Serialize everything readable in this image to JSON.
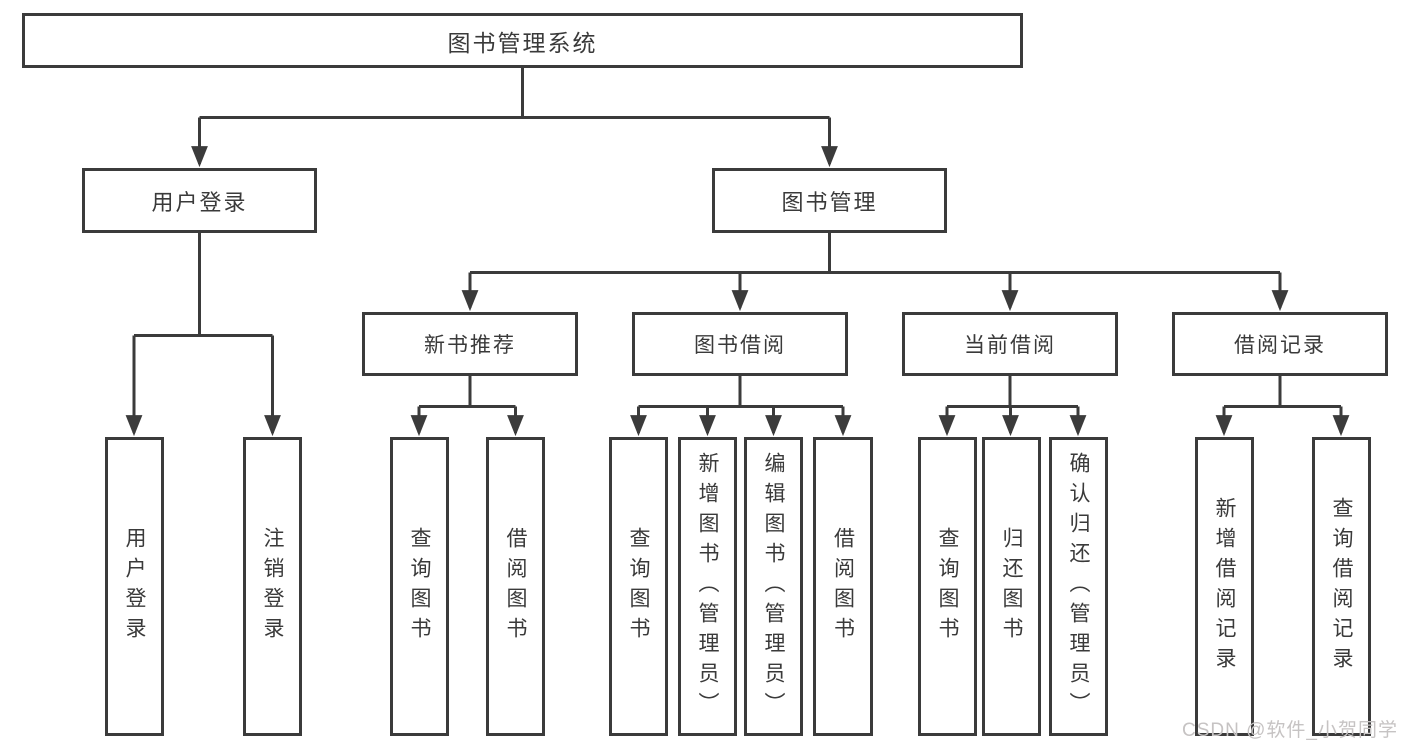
{
  "diagram": {
    "root": {
      "label": "图书管理系统"
    },
    "level2": [
      {
        "label": "用户登录"
      },
      {
        "label": "图书管理"
      }
    ],
    "level3": [
      {
        "label": "新书推荐"
      },
      {
        "label": "图书借阅"
      },
      {
        "label": "当前借阅"
      },
      {
        "label": "借阅记录"
      }
    ],
    "leaves": [
      {
        "label": "用户登录"
      },
      {
        "label": "注销登录"
      },
      {
        "label": "查询图书"
      },
      {
        "label": "借阅图书"
      },
      {
        "label": "查询图书"
      },
      {
        "label": "新增图书（管理员）"
      },
      {
        "label": "编辑图书（管理员）"
      },
      {
        "label": "借阅图书"
      },
      {
        "label": "查询图书"
      },
      {
        "label": "归还图书"
      },
      {
        "label": "确认归还（管理员）"
      },
      {
        "label": "新增借阅记录"
      },
      {
        "label": "查询借阅记录"
      }
    ]
  },
  "watermark": {
    "text": "CSDN @软件_小贺同学"
  },
  "colors": {
    "line": "#3b3b3b",
    "text": "#3a3a3a",
    "background": "#ffffff",
    "watermark": "#c6c3c3"
  }
}
